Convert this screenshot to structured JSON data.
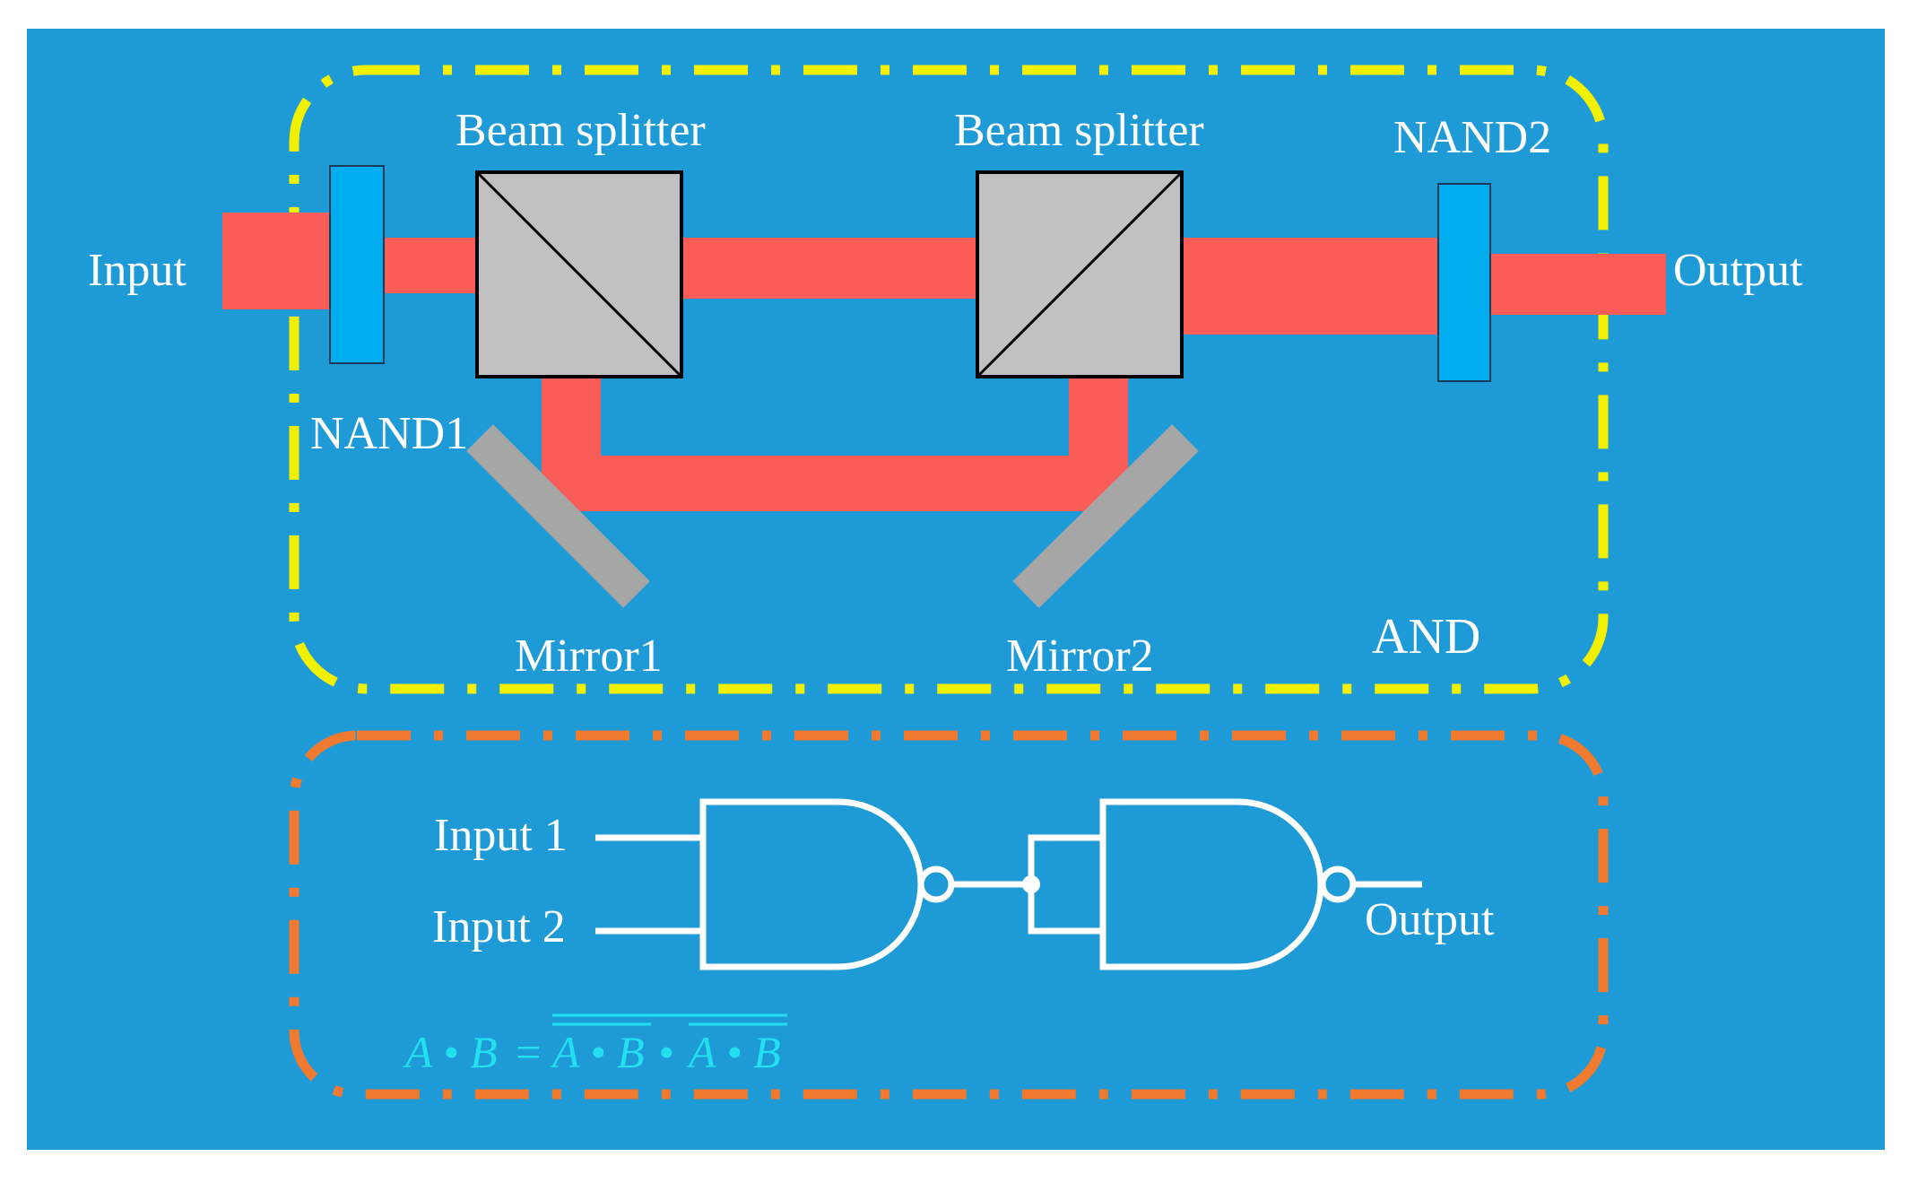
{
  "colors": {
    "background": "#1e9ad6",
    "beam": "#fa5c58",
    "component_gray": "#c0c0c0",
    "mirror_gray": "#a6a6a6",
    "nand_filter": "#00adef",
    "and_box": "#f0f000",
    "logic_box": "#f07a30",
    "equation": "#22e0f0",
    "text": "#ffffff"
  },
  "optical": {
    "input_label": "Input",
    "output_label": "Output",
    "nand1_label": "NAND1",
    "nand2_label": "NAND2",
    "beam_splitter1_label": "Beam splitter",
    "beam_splitter2_label": "Beam splitter",
    "mirror1_label": "Mirror1",
    "mirror2_label": "Mirror2",
    "and_label": "AND"
  },
  "logic": {
    "input1_label": "Input 1",
    "input2_label": "Input 2",
    "output_label": "Output",
    "equation": {
      "lhs": "A • B",
      "equals": "=",
      "rhs_term1": "A • B",
      "dot": "•",
      "rhs_term2": "A • B"
    }
  },
  "icons": {
    "beam_splitter": "beam-splitter-cube-icon",
    "mirror": "mirror-icon",
    "nand_gate": "nand-gate-icon",
    "nand_filter": "nand-filter-icon"
  }
}
